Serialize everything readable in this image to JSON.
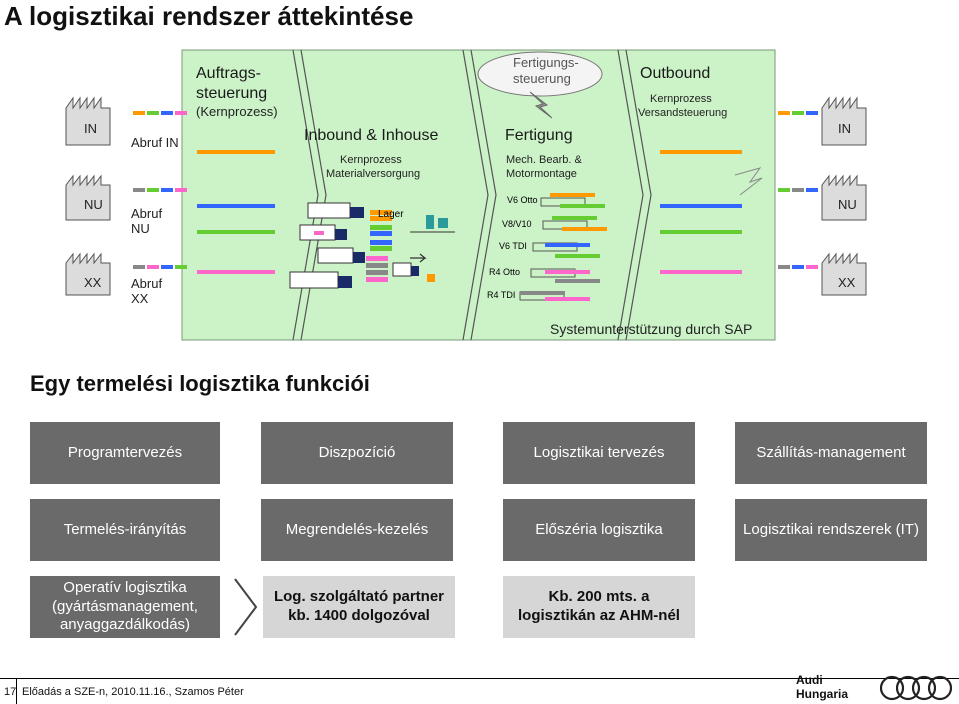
{
  "title": "A logisztikai rendszer áttekintése",
  "diagram": {
    "plants": {
      "left": [
        "IN",
        "NU",
        "XX"
      ],
      "right": [
        "IN",
        "NU",
        "XX"
      ]
    },
    "abruf": [
      "Abruf IN",
      "Abruf\nNU",
      "Abruf\nXX"
    ],
    "abruf_labels": {
      "in": "Abruf IN",
      "nu_1": "Abruf",
      "nu_2": "NU",
      "xx_1": "Abruf",
      "xx_2": "XX"
    },
    "auftrag": {
      "title_1": "Auftrags-",
      "title_2": "steuerung",
      "sub": "(Kernprozess)"
    },
    "inbound": {
      "title": "Inbound & Inhouse",
      "sub_1": "Kernprozess",
      "sub_2": "Materialversorgung",
      "lager": "Lager"
    },
    "fertigung": {
      "cloud_1": "Fertigungs-",
      "cloud_2": "steuerung",
      "title": "Fertigung",
      "sub_1": "Mech. Bearb. &",
      "sub_2": "Motormontage",
      "lines": [
        "V6 Otto",
        "V8/V10",
        "V6 TDI",
        "R4 Otto",
        "R4 TDI"
      ]
    },
    "outbound": {
      "title": "Outbound",
      "sub_1": "Kernprozess",
      "sub_2": "Versandsteuerung"
    },
    "sap": "Systemunterstützung durch SAP",
    "colors": {
      "green_bg": "#ccf2c8",
      "orange": "#ff9900",
      "green": "#66cc33",
      "blue": "#3366ff",
      "pink": "#ff66cc",
      "grey": "#888888",
      "teal": "#2a9a9a",
      "navy": "#1a2a66"
    }
  },
  "subtitle": "Egy termelési logisztika funkciói",
  "tiles": {
    "row1": [
      "Programtervezés",
      "Diszpozíció",
      "Logisztikai tervezés",
      "Szállítás-management"
    ],
    "row2": [
      "Termelés-irányítás",
      "Megrendelés-kezelés",
      "Előszéria logisztika",
      "Logisztikai rendszerek (IT)"
    ],
    "row3": [
      "Operatív logisztika (gyártásmanagement, anyaggazdálkodás)",
      "Log. szolgáltató partner kb. 1400 dolgozóval",
      "Kb. 200 mts. a logisztikán az AHM-nél"
    ]
  },
  "footer": {
    "page": "17",
    "text": "Előadás a SZE-n, 2010.11.16., Szamos Péter",
    "brand_1": "Audi",
    "brand_2": "Hungaria"
  }
}
